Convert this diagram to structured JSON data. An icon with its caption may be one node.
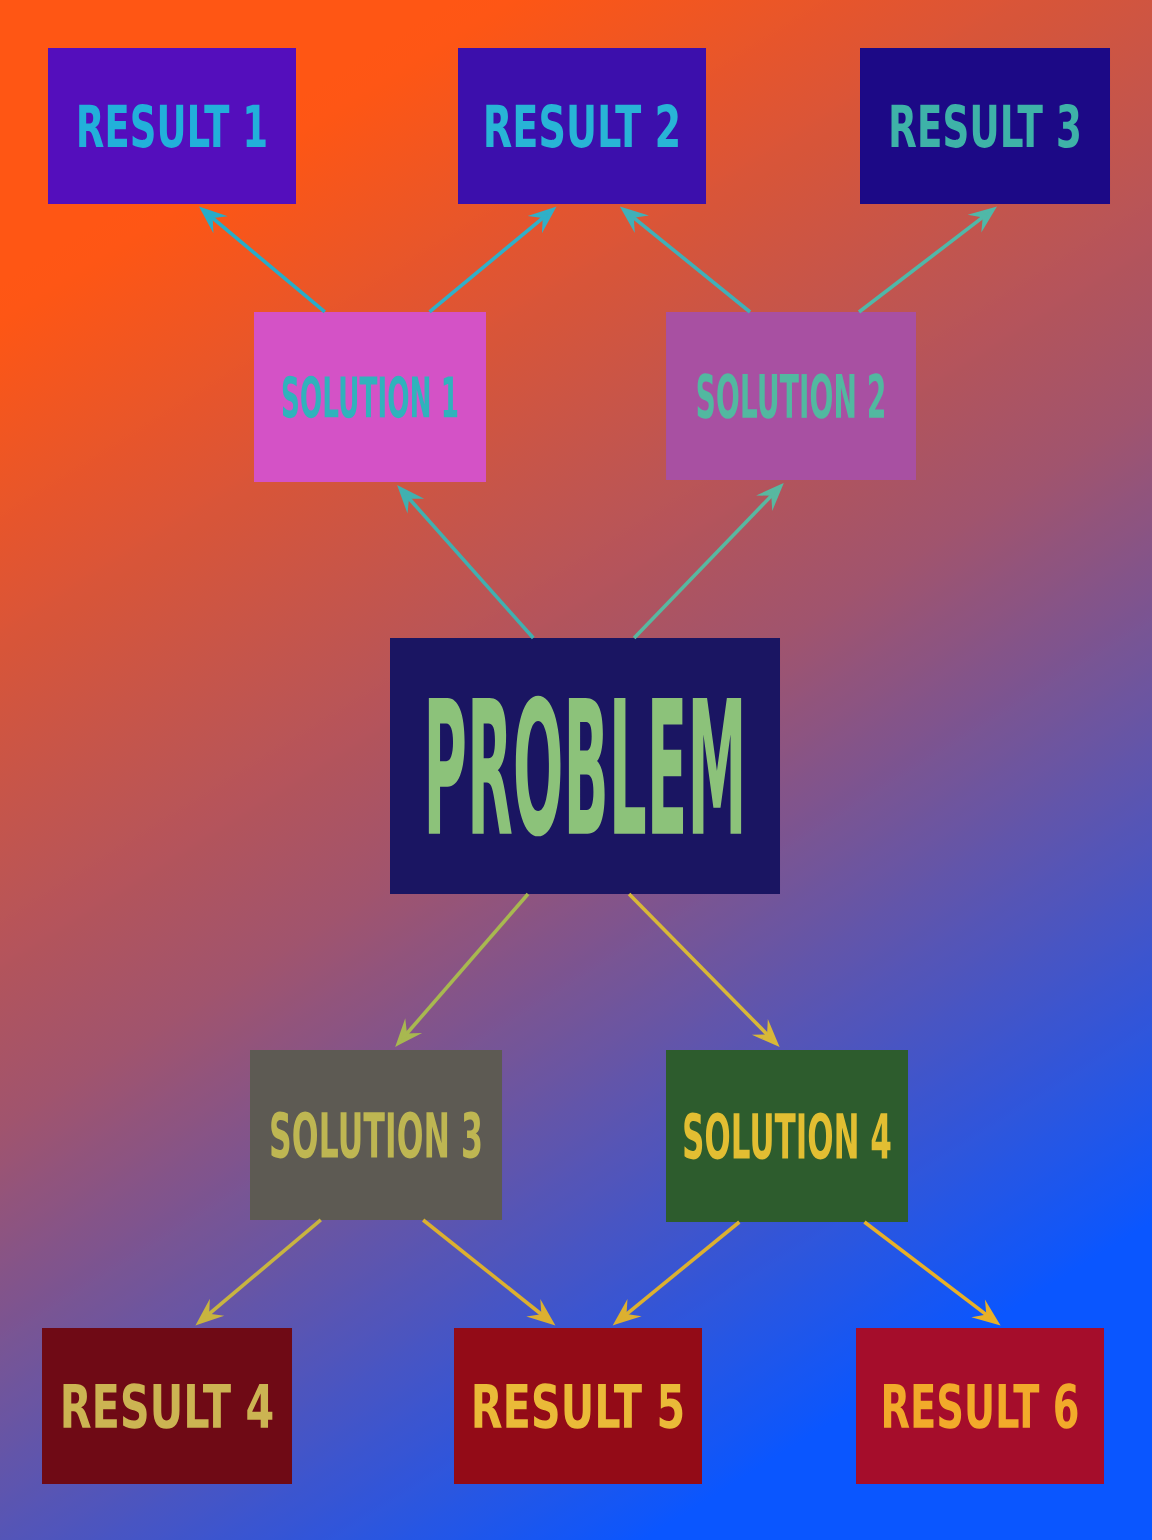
{
  "diagram": {
    "nodes": [
      {
        "text": [
          "RESULT 1"
        ]
      },
      {
        "text": [
          "RESULT 2"
        ]
      },
      {
        "text": [
          "RESULT 3"
        ]
      },
      {
        "text": [
          "SOLUTION 1"
        ]
      },
      {
        "text": [
          "SOLUTION 2"
        ]
      },
      {
        "text": [
          "PROBLEM"
        ]
      },
      {
        "text": [
          "SOLUTION 3"
        ]
      },
      {
        "text": [
          "SOLUTION 4"
        ]
      },
      {
        "text": [
          "RESULT 4"
        ]
      },
      {
        "text": [
          "RESULT 5"
        ]
      },
      {
        "text": [
          "RESULT 6"
        ]
      }
    ],
    "edges": [
      {
        "from": 5,
        "to": 3,
        "arrow": "to",
        "color": "#40b0b0"
      },
      {
        "from": 5,
        "to": 4,
        "arrow": "to",
        "color": "#58b8a0"
      },
      {
        "from": 3,
        "to": 0,
        "arrow": "to",
        "color": "#28acc8"
      },
      {
        "from": 3,
        "to": 1,
        "arrow": "to",
        "color": "#30b0c8"
      },
      {
        "from": 4,
        "to": 1,
        "arrow": "to",
        "color": "#40b0b8"
      },
      {
        "from": 4,
        "to": 2,
        "arrow": "to",
        "color": "#50b8a8"
      },
      {
        "from": 5,
        "to": 6,
        "arrow": "to",
        "color": "#a8b850"
      },
      {
        "from": 5,
        "to": 7,
        "arrow": "to",
        "color": "#d8b838"
      },
      {
        "from": 6,
        "to": 8,
        "arrow": "to",
        "color": "#c8b440"
      },
      {
        "from": 6,
        "to": 9,
        "arrow": "to",
        "color": "#dcb030"
      },
      {
        "from": 7,
        "to": 9,
        "arrow": "to",
        "color": "#dcb030"
      },
      {
        "from": 7,
        "to": 10,
        "arrow": "to",
        "color": "#e8b028"
      }
    ]
  }
}
